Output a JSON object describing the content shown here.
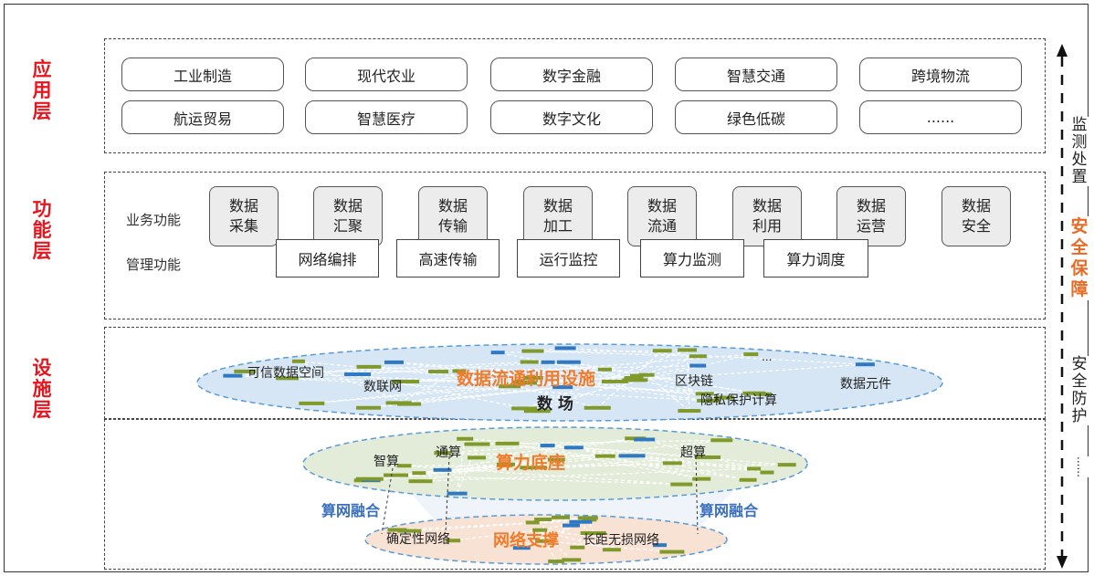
{
  "layers": {
    "application": "应用层",
    "function": "功能层",
    "infrastructure": "设施层"
  },
  "application_items": [
    "工业制造",
    "现代农业",
    "数字金融",
    "智慧交通",
    "跨境物流",
    "航运贸易",
    "智慧医疗",
    "数字文化",
    "绿色低碳",
    "......"
  ],
  "function_layer": {
    "business_label": "业务功能",
    "business_items": [
      "数据\n采集",
      "数据\n汇聚",
      "数据\n传输",
      "数据\n加工",
      "数据\n流通",
      "数据\n利用",
      "数据\n运营",
      "数据\n安全"
    ],
    "management_label": "管理功能",
    "management_items": [
      "网络编排",
      "高速传输",
      "运行监控",
      "算力监测",
      "算力调度"
    ]
  },
  "data_field": {
    "title": "数据流通利用设施",
    "subtitle": "数 场",
    "nodes": [
      "可信数据空间",
      "数联网",
      "区块链",
      "隐私保护计算",
      "数据元件",
      "..."
    ]
  },
  "compute": {
    "title": "算力底座",
    "nodes": [
      "智算",
      "通算",
      "超算"
    ],
    "fusion_left": "算网融合",
    "fusion_right": "算网融合"
  },
  "network": {
    "title": "网络支撑",
    "nodes": [
      "确定性网络",
      "长距无损网络"
    ]
  },
  "right_side": {
    "monitor": "监测处置",
    "security": "安全保障",
    "defense": "安全防护",
    "ellipsis": "......"
  },
  "colors": {
    "layer_label": "#e8151e",
    "orange": "#f07b2a",
    "blue_text": "#3a6fbf",
    "data_ellipse": "#d6e6f5",
    "compute_ellipse": "#e3ecd8",
    "network_ellipse": "#f8e2d4",
    "green_bar": "#7f9a2a",
    "blue_bar": "#2f79c4"
  }
}
